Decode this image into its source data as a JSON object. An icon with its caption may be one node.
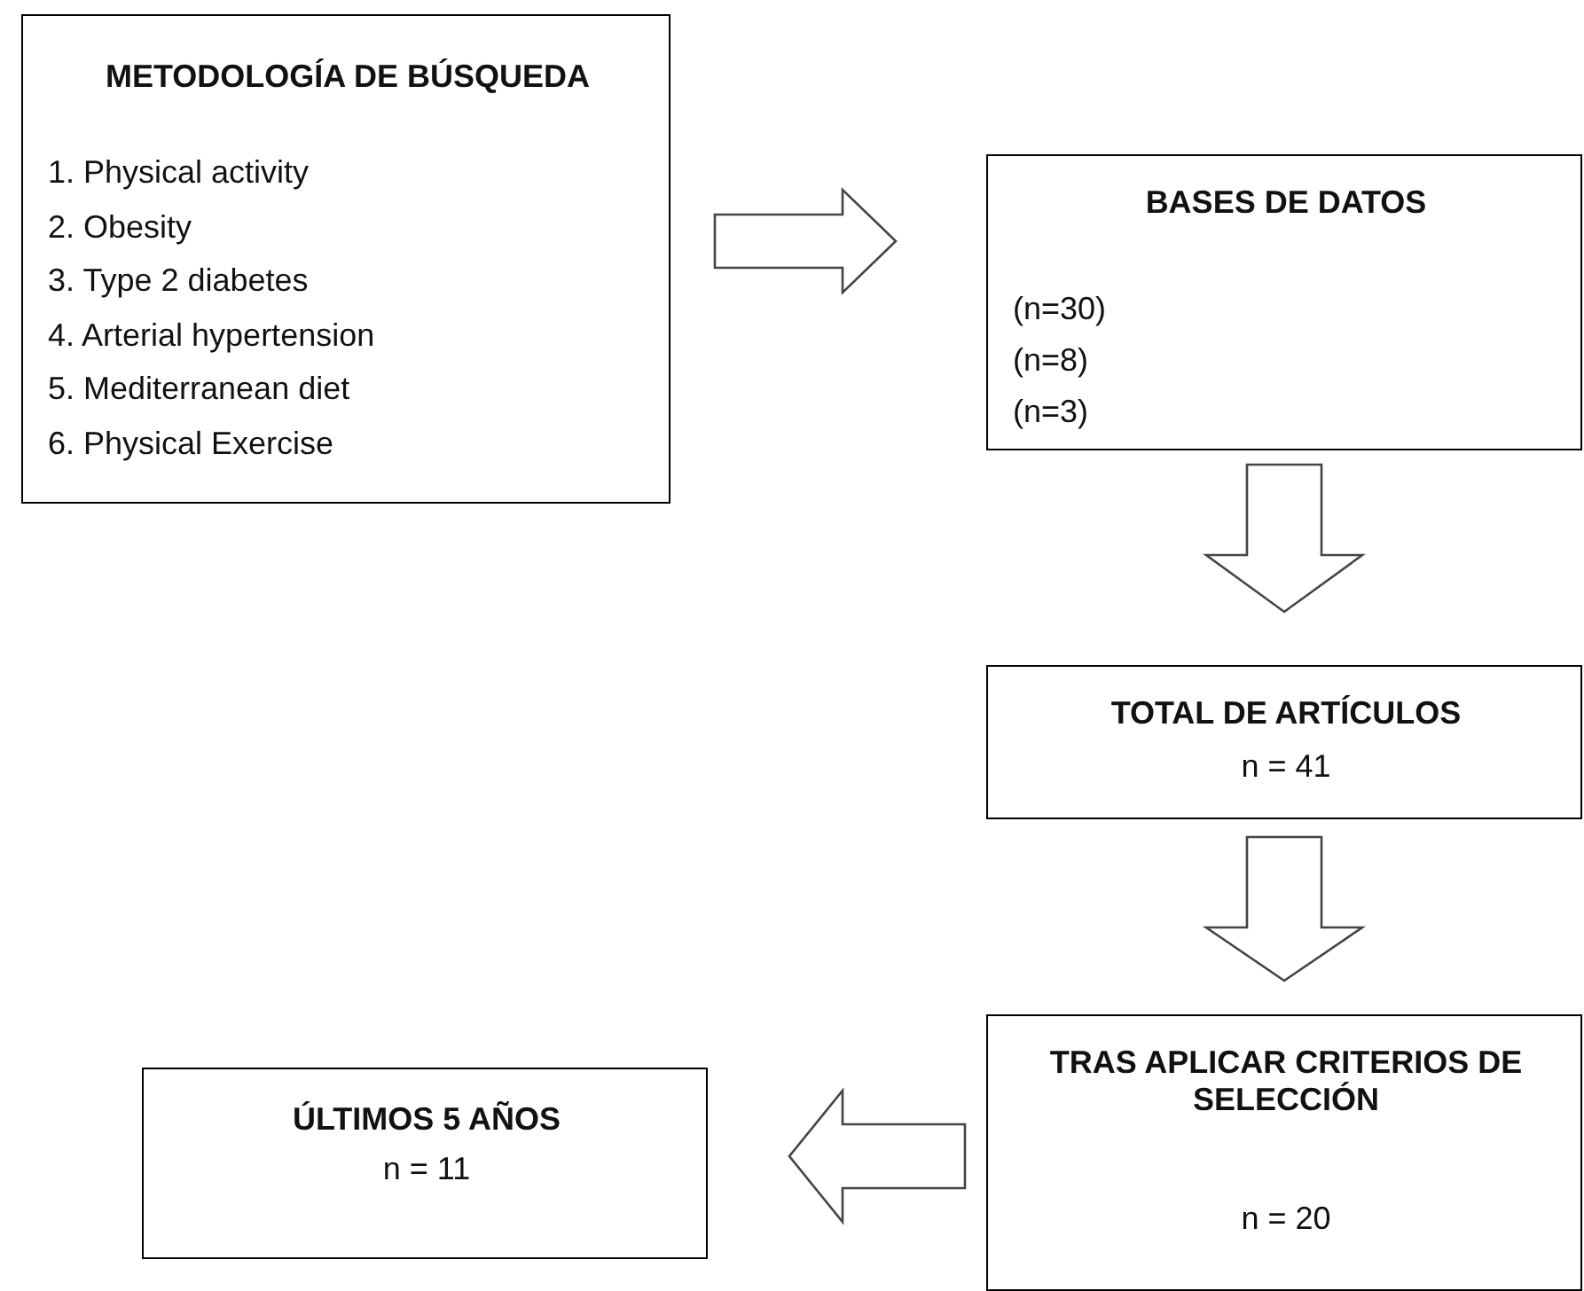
{
  "diagram": {
    "nodes": [
      {
        "text": [
          "METODOLOGÍA DE BÚSQUEDA",
          "1. Physical activity",
          "2. Obesity",
          "3. Type 2 diabetes",
          "4. Arterial hypertension",
          "5. Mediterranean  diet",
          "6. Physical Exercise"
        ]
      },
      {
        "text": [
          "BASES DE DATOS",
          "(n=30)",
          "(n=8)",
          "(n=3)"
        ]
      },
      {
        "text": [
          "TOTAL DE ARTÍCULOS",
          "n = 41"
        ]
      },
      {
        "text": [
          "TRAS APLICAR CRITERIOS DE SELECCIÓN",
          "n = 20"
        ]
      },
      {
        "text": [
          "ÚLTIMOS 5 AÑOS",
          "n = 11"
        ]
      }
    ],
    "edges": [
      {
        "from": 0,
        "to": 1,
        "arrow": "to"
      },
      {
        "from": 1,
        "to": 2,
        "arrow": "to"
      },
      {
        "from": 2,
        "to": 3,
        "arrow": "to"
      },
      {
        "from": 3,
        "to": 4,
        "arrow": "to"
      }
    ]
  }
}
